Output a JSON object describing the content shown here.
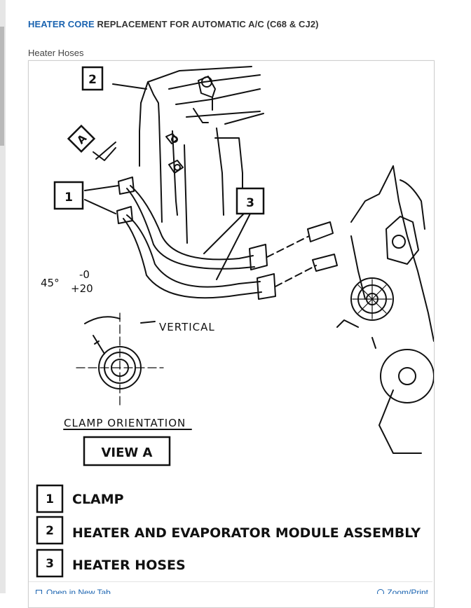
{
  "header": {
    "title_link": "HEATER CORE",
    "title_rest": " REPLACEMENT FOR AUTOMATIC A/C (C68 & CJ2)"
  },
  "figure": {
    "caption": "Heater Hoses",
    "angle_main": "45°",
    "angle_minus": "-0",
    "angle_plus": "+20",
    "vertical_label": "VERTICAL",
    "clamp_orientation_label": "CLAMP ORIENTATION",
    "view_label": "VIEW A",
    "callout_a": "A",
    "callouts": [
      "2",
      "1",
      "3"
    ],
    "legend": [
      {
        "num": "1",
        "text": "CLAMP"
      },
      {
        "num": "2",
        "text": "HEATER AND EVAPORATOR MODULE ASSEMBLY"
      },
      {
        "num": "3",
        "text": "HEATER HOSES"
      }
    ]
  },
  "footer": {
    "left_link": "Open in New Tab",
    "right_link": "Zoom/Print"
  }
}
